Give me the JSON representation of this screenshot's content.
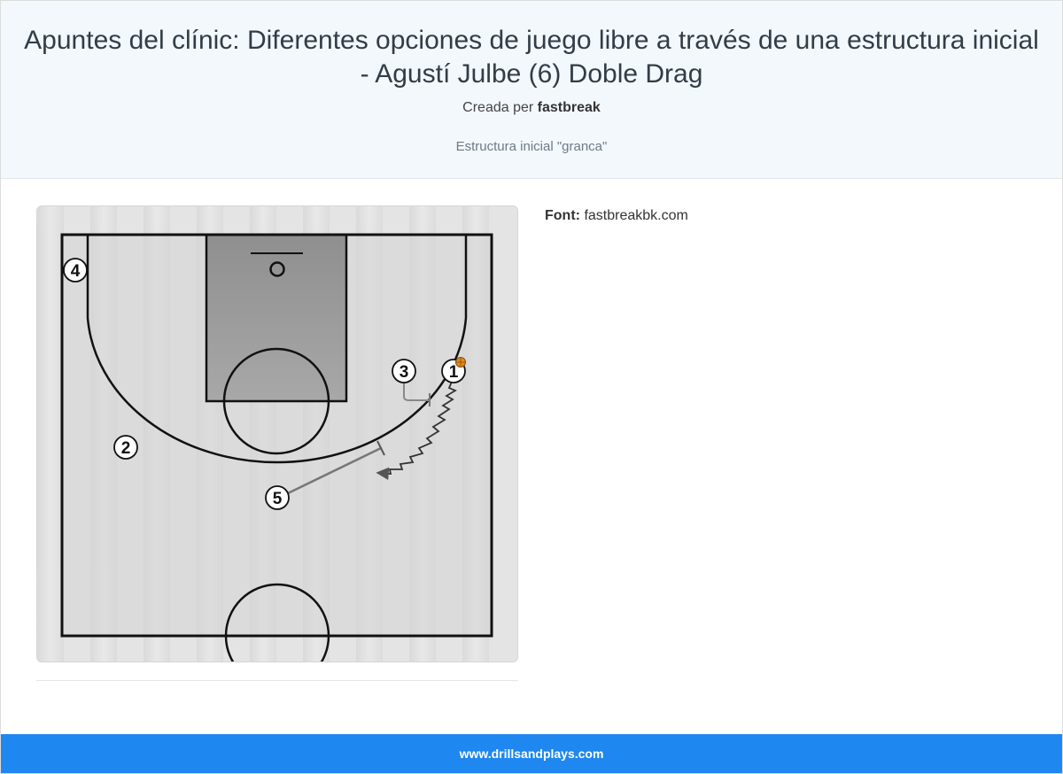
{
  "header": {
    "title": "Apuntes del clínic: Diferentes opciones de juego libre a través de una estructura inicial - Agustí Julbe (6) Doble Drag",
    "byline_prefix": "Creada per",
    "author": "fastbreak",
    "subtitle": "Estructura inicial \"granca\""
  },
  "diagram": {
    "players": [
      {
        "number": "1",
        "has_ball": true
      },
      {
        "number": "2"
      },
      {
        "number": "3"
      },
      {
        "number": "4"
      },
      {
        "number": "5"
      }
    ],
    "icons": [
      "basketball-icon",
      "dribble-arrow",
      "screen-line"
    ]
  },
  "source": {
    "label": "Font:",
    "value": "fastbreakbk.com"
  },
  "footer": {
    "site": "www.drillsandplays.com"
  },
  "colors": {
    "header_bg": "#f3f8fc",
    "footer_bg": "#1e87f0",
    "paint": "#9a9a9a",
    "court": "#d9d9d9",
    "ball": "#e08a1e"
  }
}
